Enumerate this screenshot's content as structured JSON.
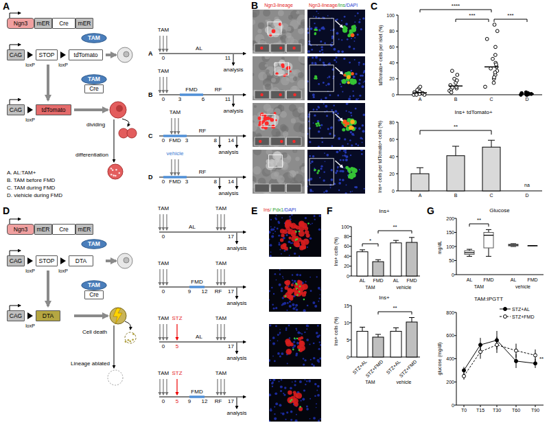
{
  "diagram": {
    "nodes": [
      {
        "text": [
          "Ngn3"
        ]
      },
      {
        "text": [
          "mER"
        ]
      },
      {
        "text": [
          "Cre"
        ]
      },
      {
        "text": [
          "mER"
        ]
      },
      {
        "text": [
          "TAM"
        ]
      },
      {
        "text": [
          "CAG"
        ]
      },
      {
        "text": [
          "STOP"
        ]
      },
      {
        "text": [
          "tdTomato"
        ]
      },
      {
        "text": [
          "TAM"
        ]
      },
      {
        "text": [
          "Cre"
        ]
      },
      {
        "text": [
          "CAG"
        ]
      },
      {
        "text": [
          "tdTomato"
        ]
      },
      {
        "text": [
          "Ngn3"
        ]
      },
      {
        "text": [
          "mER"
        ]
      },
      {
        "text": [
          "Cre"
        ]
      },
      {
        "text": [
          "mER"
        ]
      },
      {
        "text": [
          "TAM"
        ]
      },
      {
        "text": [
          "CAG"
        ]
      },
      {
        "text": [
          "STOP"
        ]
      },
      {
        "text": [
          "DTA"
        ]
      },
      {
        "text": [
          "TAM"
        ]
      },
      {
        "text": [
          "Cre"
        ]
      },
      {
        "text": [
          "CAG"
        ]
      },
      {
        "text": [
          "DTA"
        ]
      }
    ],
    "labels": [
      "A",
      "B",
      "C",
      "D",
      "E",
      "F",
      "G",
      "loxP",
      "loxP",
      "loxP",
      "dividing",
      "differentiation",
      "A. AL:TAM+",
      "B. TAM before FMD",
      "C. TAM during FMD",
      "D. viehicle during FMD",
      "TAM",
      "A",
      "0",
      "AL",
      "11",
      "analysis",
      "TAM",
      "B",
      "0",
      "3",
      "FMD",
      "6",
      "RF",
      "11",
      "analysis",
      "TAM",
      "C",
      "FMD",
      "0",
      "3",
      "RF",
      "8",
      "14",
      "analysis",
      "vehicle",
      "D",
      "FMD",
      "0",
      "3",
      "RF",
      "8",
      "14",
      "analysis",
      "Ngn3-lineage",
      "Ngn3-lineage",
      "/Ins",
      "/DAPI",
      "tdTomato+ cells per islet (%)",
      "0",
      "20",
      "40",
      "60",
      "80",
      "100",
      "A",
      "B",
      "C",
      "D",
      "****",
      "***",
      "***",
      "Ins+ tdTomato+",
      "Ins+ cells per tdTomato+ cells (%)",
      "0",
      "20",
      "40",
      "60",
      "80",
      "A",
      "B",
      "C",
      "D",
      "**",
      "na",
      "loxP",
      "loxP",
      "loxP",
      "Cell death",
      "Lineage ablated",
      "TAM",
      "TAM",
      "0",
      "AL",
      "17",
      "analysis",
      "TAM",
      "TAM",
      "0",
      "9",
      "FMD",
      "12",
      "RF",
      "17",
      "analysis",
      "TAM",
      "STZ",
      "TAM",
      "0",
      "5",
      "AL",
      "17",
      "analysis",
      "TAM",
      "STZ",
      "TAM",
      "0",
      "5",
      "9",
      "FMD",
      "12",
      "RF",
      "17",
      "analysis",
      "Ins",
      "/ Pdx1",
      "/DAPI",
      "Ins+",
      "Ins+ cells (%)",
      "0",
      "20",
      "40",
      "60",
      "80",
      "100",
      "AL",
      "FMD",
      "AL",
      "FMD",
      "TAM",
      "vehicle",
      "*",
      "**",
      "Ins+",
      "Ins+ cells (%)",
      "0",
      "5",
      "10",
      "15",
      "STZ+AL",
      "STZ+FMD",
      "STZ+AL",
      "STZ+FMD",
      "TAM",
      "vehicle",
      "**",
      "Glucose",
      "mg/dL",
      "0",
      "50",
      "100",
      "150",
      "200",
      "AL",
      "FMD",
      "AL",
      "FMD",
      "TAM",
      "vehicle",
      "**",
      "TAM:IPGTT",
      "glucose (mg/dl)",
      "0",
      "200",
      "400",
      "600",
      "800",
      "T0",
      "T15",
      "T30",
      "T60",
      "T90",
      "**"
    ],
    "legend": [
      {
        "text": "STZ+AL"
      },
      {
        "text": "STZ+FMD"
      }
    ]
  }
}
